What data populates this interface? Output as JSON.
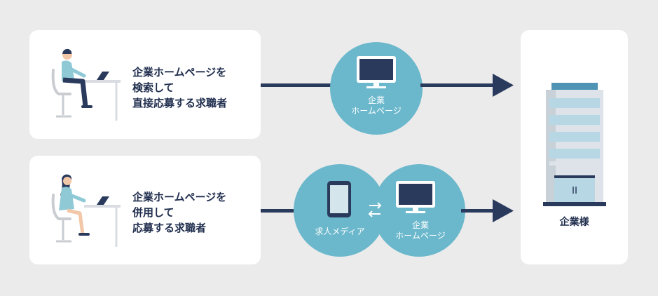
{
  "rows": [
    {
      "lines": [
        "企業ホームページを",
        "検索して",
        "直接応募する求職者"
      ],
      "channel_label": [
        "企業",
        "ホームページ"
      ]
    },
    {
      "lines": [
        "企業ホームページを",
        "併用して",
        "応募する求職者"
      ],
      "media_label": "求人メディア",
      "channel_label": [
        "企業",
        "ホームページ"
      ]
    }
  ],
  "company": {
    "label": "企業様"
  },
  "colors": {
    "background": "#ebebeb",
    "card": "#ffffff",
    "navy": "#2a3a5c",
    "teal": "#6bb8cc",
    "shirt": "#8fc9d6",
    "text": "#1f2d4d"
  },
  "icons": [
    "person-at-desk-icon",
    "monitor-icon",
    "smartphone-icon",
    "exchange-arrows-icon",
    "building-icon",
    "arrow-right-icon"
  ]
}
